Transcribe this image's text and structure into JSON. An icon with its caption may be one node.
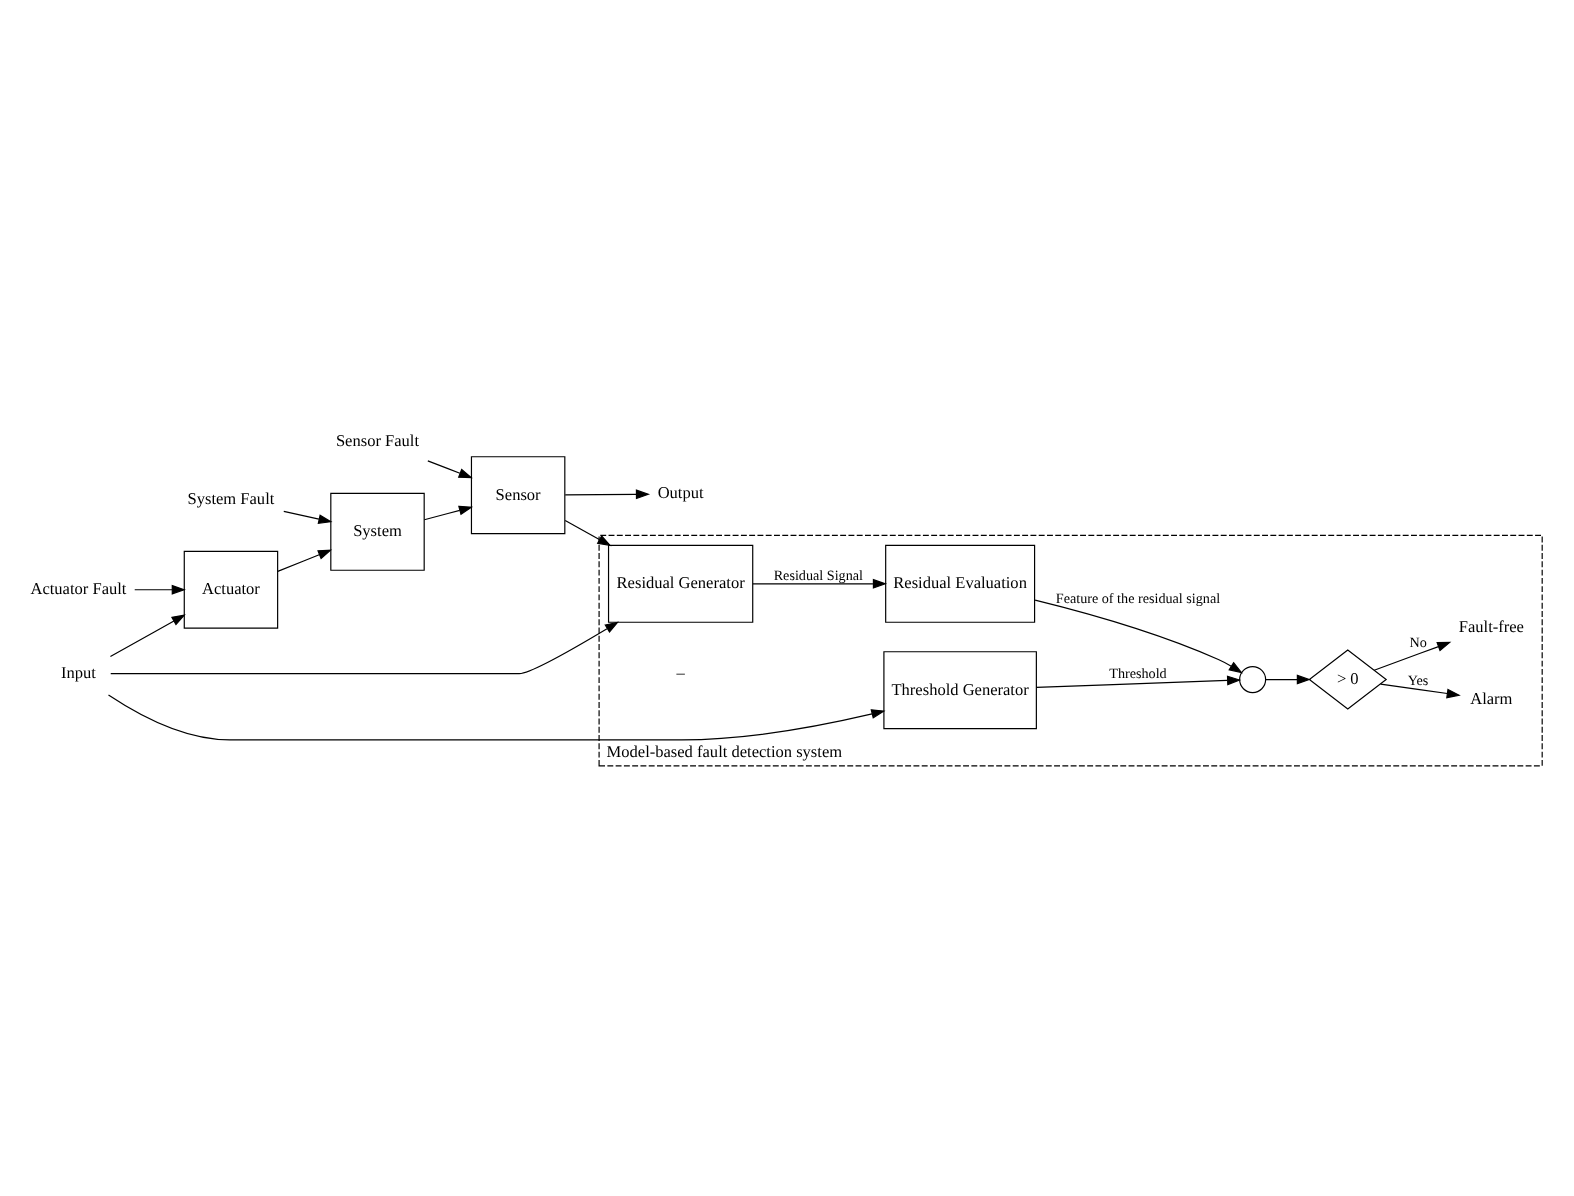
{
  "diagram": {
    "nodes": [
      {
        "text": [
          "Input"
        ]
      },
      {
        "text": [
          "Actuator Fault"
        ]
      },
      {
        "text": [
          "System Fault"
        ]
      },
      {
        "text": [
          "Sensor Fault"
        ]
      },
      {
        "text": [
          "Actuator"
        ]
      },
      {
        "text": [
          "System"
        ]
      },
      {
        "text": [
          "Sensor"
        ]
      },
      {
        "text": [
          "Output"
        ]
      },
      {
        "text": [
          "Model-based fault detection system"
        ]
      },
      {
        "text": [
          "Residual Generator"
        ],
        "in": 8
      },
      {
        "text": [
          "Residual Evaluation"
        ],
        "in": 8
      },
      {
        "text": [
          "Threshold Generator"
        ],
        "in": 8
      },
      {
        "text": [],
        "shape": "circle",
        "in": 8
      },
      {
        "text": [
          "> 0"
        ],
        "in": 8
      },
      {
        "text": [
          "Alarm"
        ],
        "in": 8
      },
      {
        "text": [
          "Fault-free"
        ],
        "in": 8
      }
    ],
    "edges": [
      {
        "from": 0,
        "to": 4,
        "arrow": "to"
      },
      {
        "from": 0,
        "to": 9,
        "arrow": "to"
      },
      {
        "from": 0,
        "to": 11,
        "arrow": "to"
      },
      {
        "from": 1,
        "to": 4,
        "arrow": "to"
      },
      {
        "from": 2,
        "to": 5,
        "arrow": "to"
      },
      {
        "from": 3,
        "to": 6,
        "arrow": "to"
      },
      {
        "from": 4,
        "to": 5,
        "arrow": "to"
      },
      {
        "from": 5,
        "to": 6,
        "arrow": "to"
      },
      {
        "from": 6,
        "to": 7,
        "arrow": "to"
      },
      {
        "from": 6,
        "to": 9,
        "arrow": "to"
      },
      {
        "from": 9,
        "to": 10,
        "arrow": "to",
        "label": "Residual Signal"
      },
      {
        "from": 10,
        "to": 12,
        "arrow": "to",
        "label": "Feature of the residual signal"
      },
      {
        "from": 11,
        "to": 12,
        "arrow": "to",
        "label": "Threshold"
      },
      {
        "from": 12,
        "to": 13,
        "arrow": "to"
      },
      {
        "from": 13,
        "to": 14,
        "arrow": "to",
        "label": "Yes"
      },
      {
        "from": 13,
        "to": 15,
        "arrow": "to",
        "label": "No"
      }
    ],
    "labels": [
      "–"
    ]
  }
}
